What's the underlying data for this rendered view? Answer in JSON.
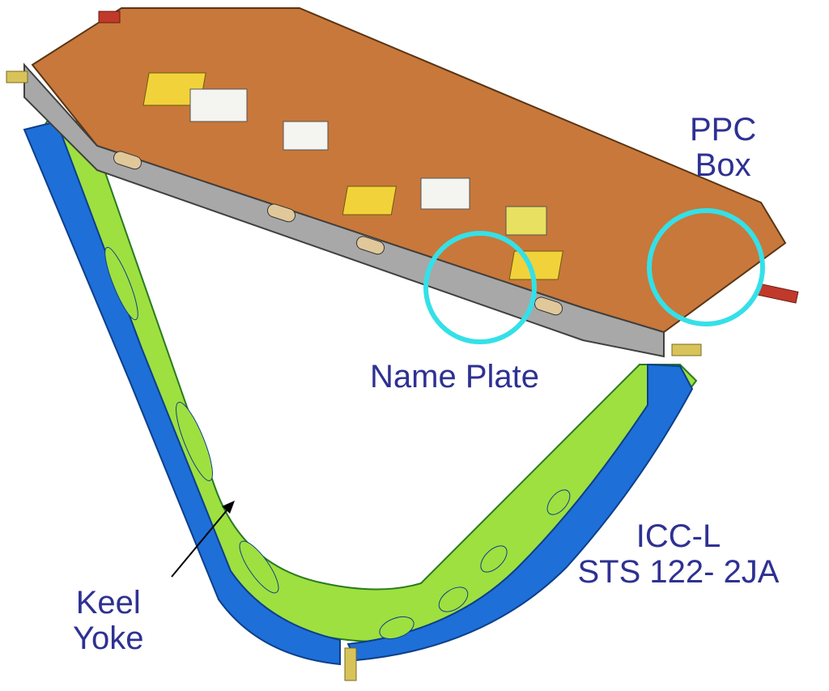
{
  "labels": {
    "ppc_box": [
      "PPC",
      "Box"
    ],
    "name_plate": "Name Plate",
    "icc_l": [
      "ICC-L",
      "STS 122- 2JA"
    ],
    "keel_yoke": [
      "Keel",
      "Yoke"
    ]
  },
  "colors": {
    "label_text": "#2e3192",
    "highlight_circle": "#35e0e8",
    "deck_orange": "#c8783a",
    "frame_grey": "#a8a8a8",
    "bay_yellow": "#f2d23a",
    "yoke_green": "#9ee040",
    "yoke_blue": "#1e6fd8",
    "trunnion_gold": "#d8c35a",
    "trunnion_red": "#c0392b"
  }
}
